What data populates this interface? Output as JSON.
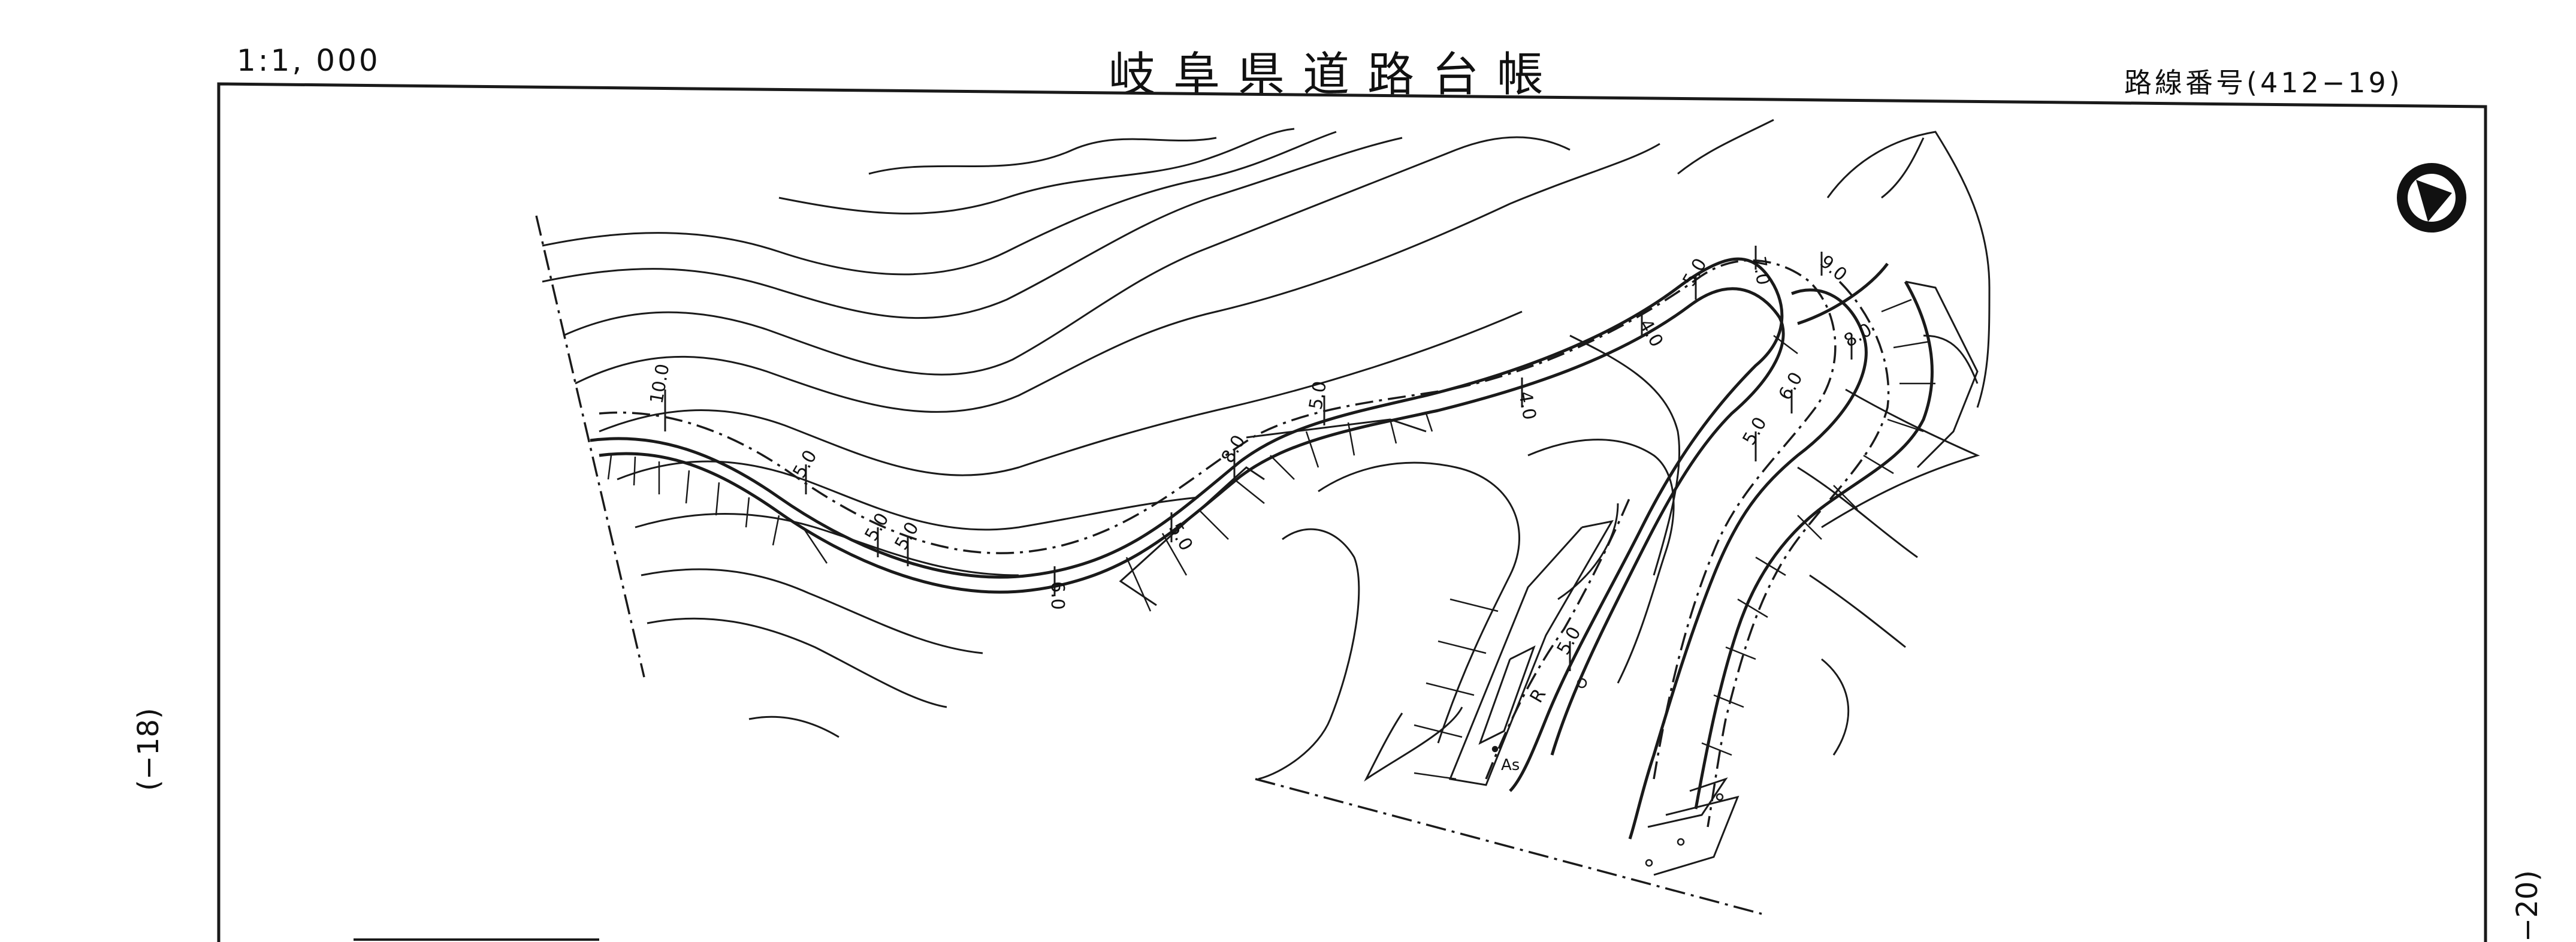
{
  "header": {
    "scale": "1:1, 000",
    "title": "岐阜県道路台帳",
    "route_number": "路線番号(412−19)"
  },
  "edges": {
    "left_continuation": "(−18)",
    "right_continuation": "−20)"
  },
  "map": {
    "station_labels": [
      "10.0",
      "5.0",
      "5.0",
      "5.0",
      "6.0",
      "5.0",
      "8.0",
      "5.0",
      "4.0",
      "4.0",
      "5.0",
      "7.0",
      "9.0",
      "8.0",
      "6.0",
      "5.0",
      "5.0"
    ],
    "surface_label": "As",
    "curve_label": "R",
    "north_arrow": "north-arrow-icon",
    "line_color": "#1a1a1a"
  }
}
